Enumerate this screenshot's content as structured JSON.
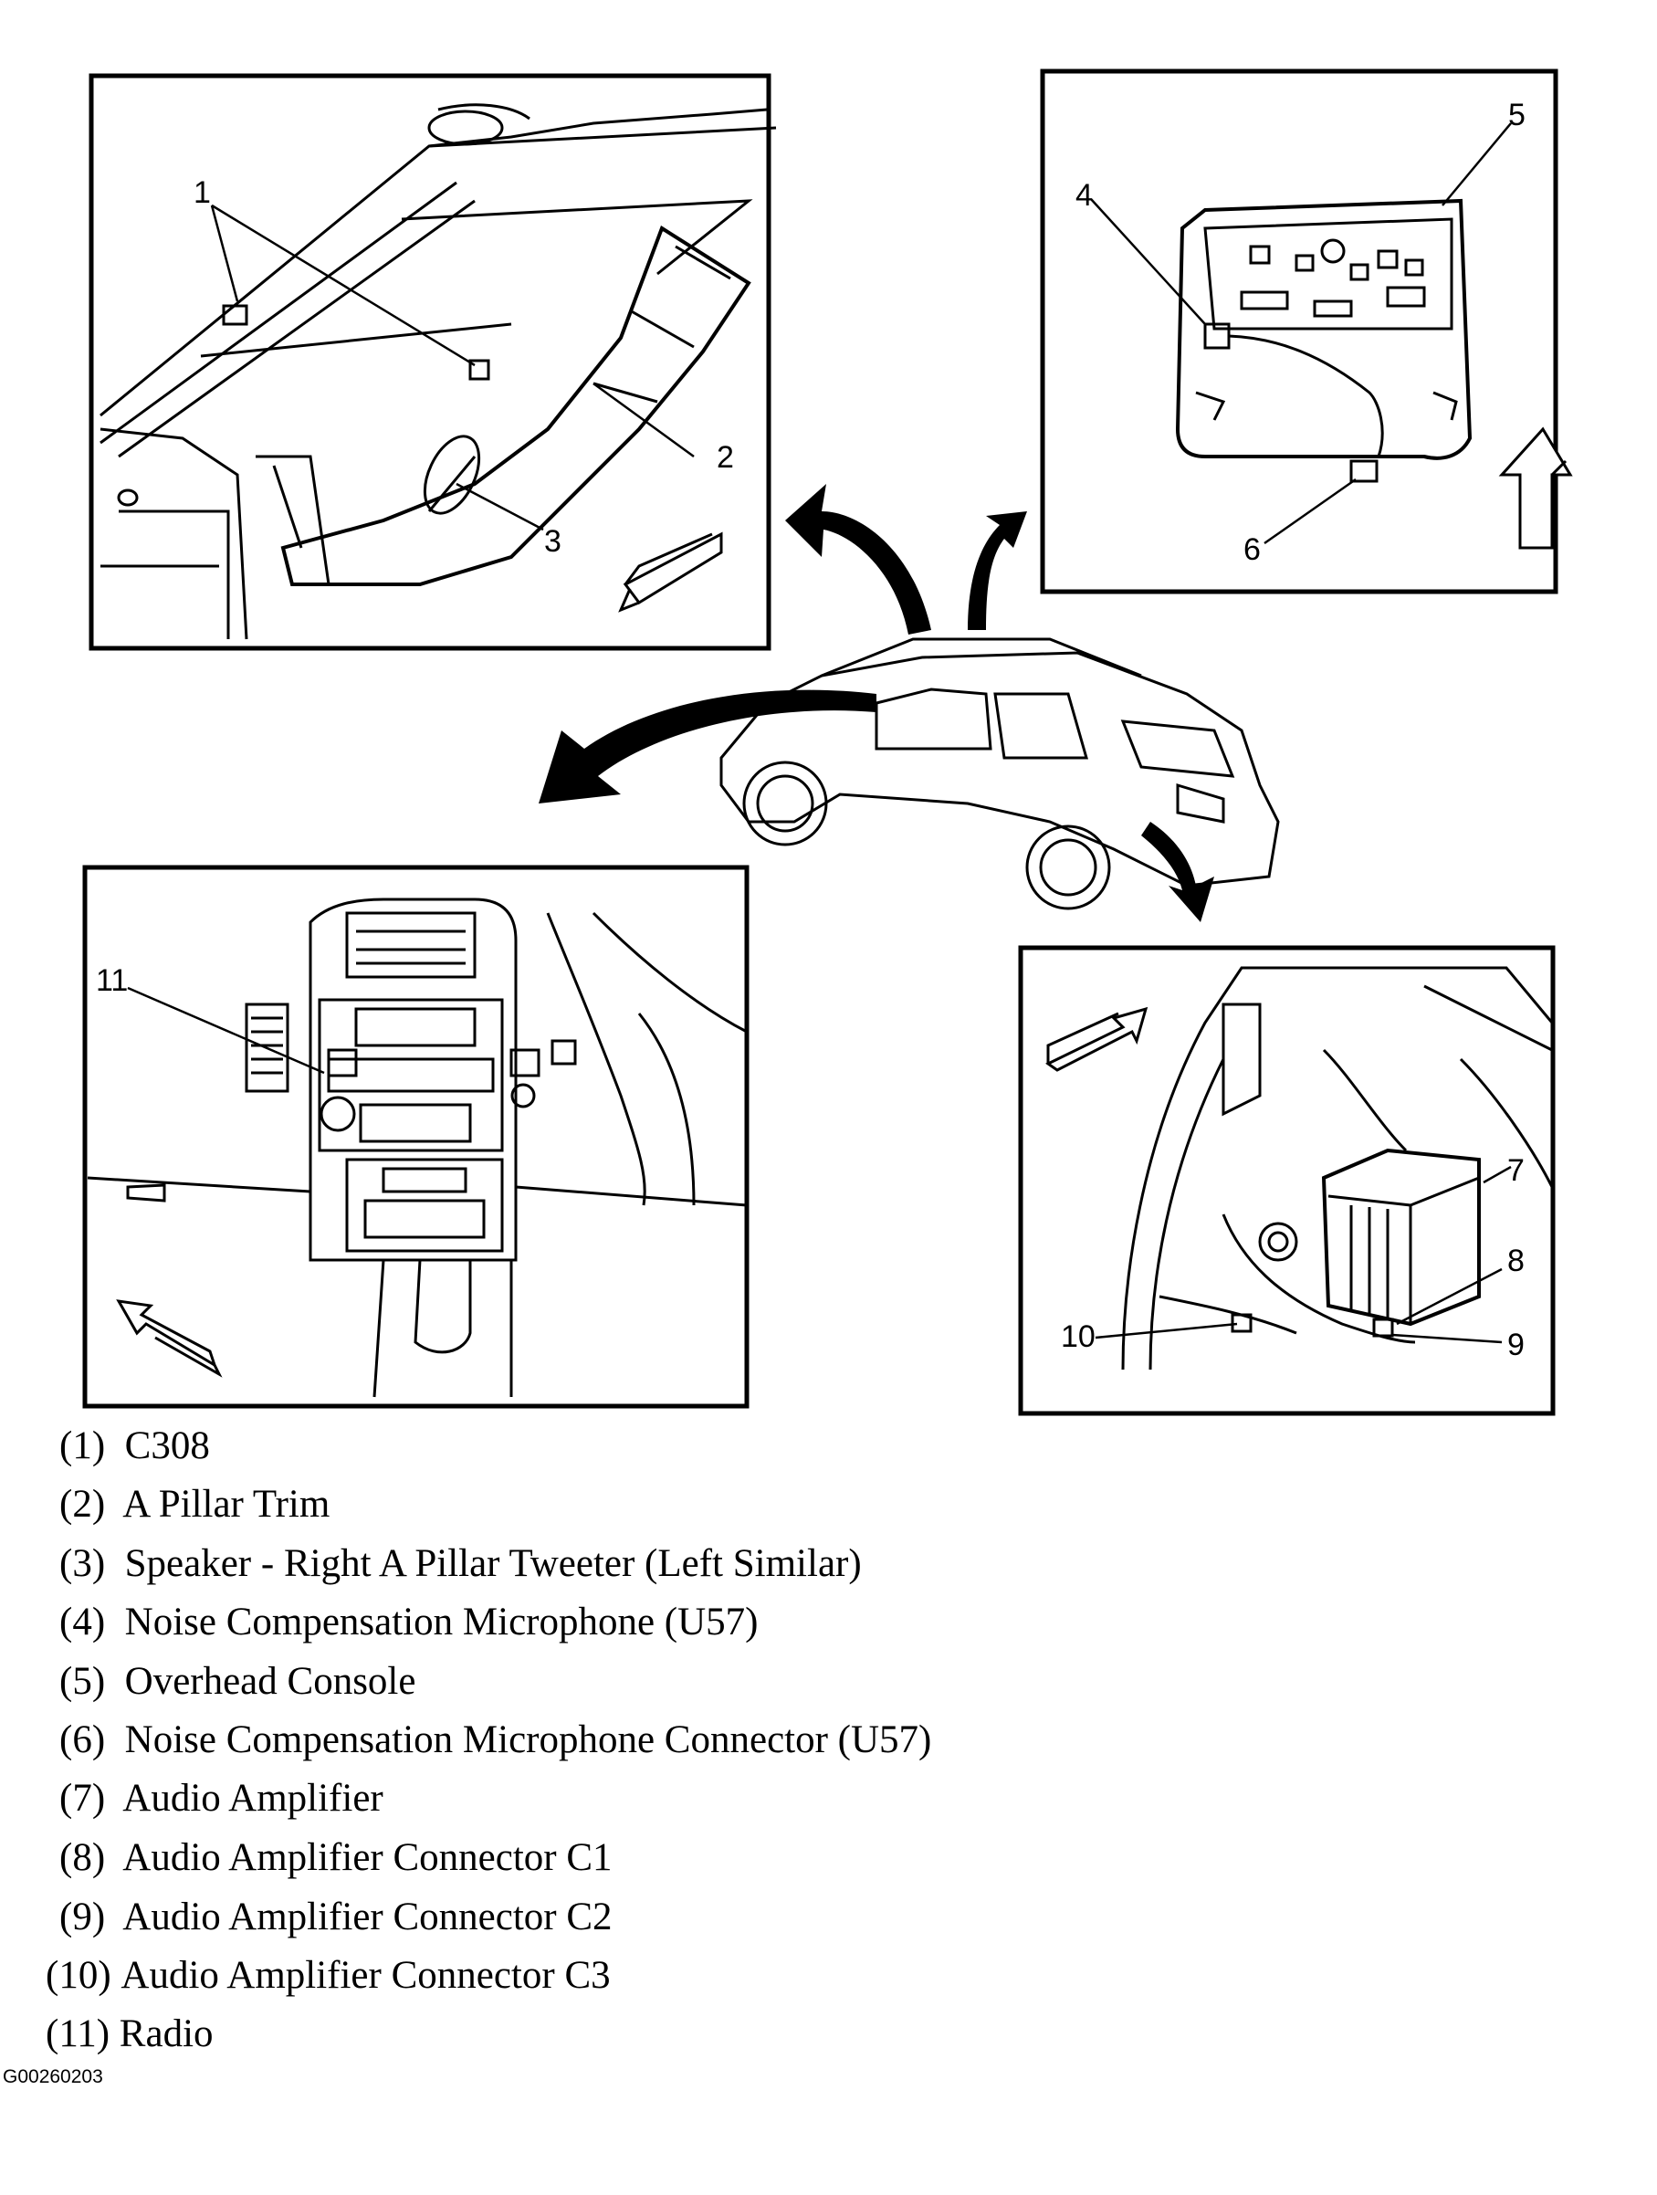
{
  "callouts": [
    "1",
    "2",
    "3",
    "4",
    "5",
    "6",
    "7",
    "8",
    "9",
    "10",
    "11"
  ],
  "legend": [
    {
      "num": "(1)",
      "text": "C308"
    },
    {
      "num": "(2)",
      "text": "A Pillar Trim"
    },
    {
      "num": "(3)",
      "text": "Speaker - Right A Pillar Tweeter (Left Similar)"
    },
    {
      "num": "(4)",
      "text": "Noise Compensation Microphone (U57)"
    },
    {
      "num": "(5)",
      "text": "Overhead Console"
    },
    {
      "num": "(6)",
      "text": "Noise Compensation Microphone Connector (U57)"
    },
    {
      "num": "(7)",
      "text": "Audio Amplifier"
    },
    {
      "num": "(8)",
      "text": "Audio Amplifier Connector C1"
    },
    {
      "num": "(9)",
      "text": "Audio Amplifier Connector C2"
    },
    {
      "num": "(10)",
      "text": "Audio Amplifier Connector C3"
    },
    {
      "num": "(11)",
      "text": "Radio"
    }
  ],
  "figure_id": "G00260203"
}
